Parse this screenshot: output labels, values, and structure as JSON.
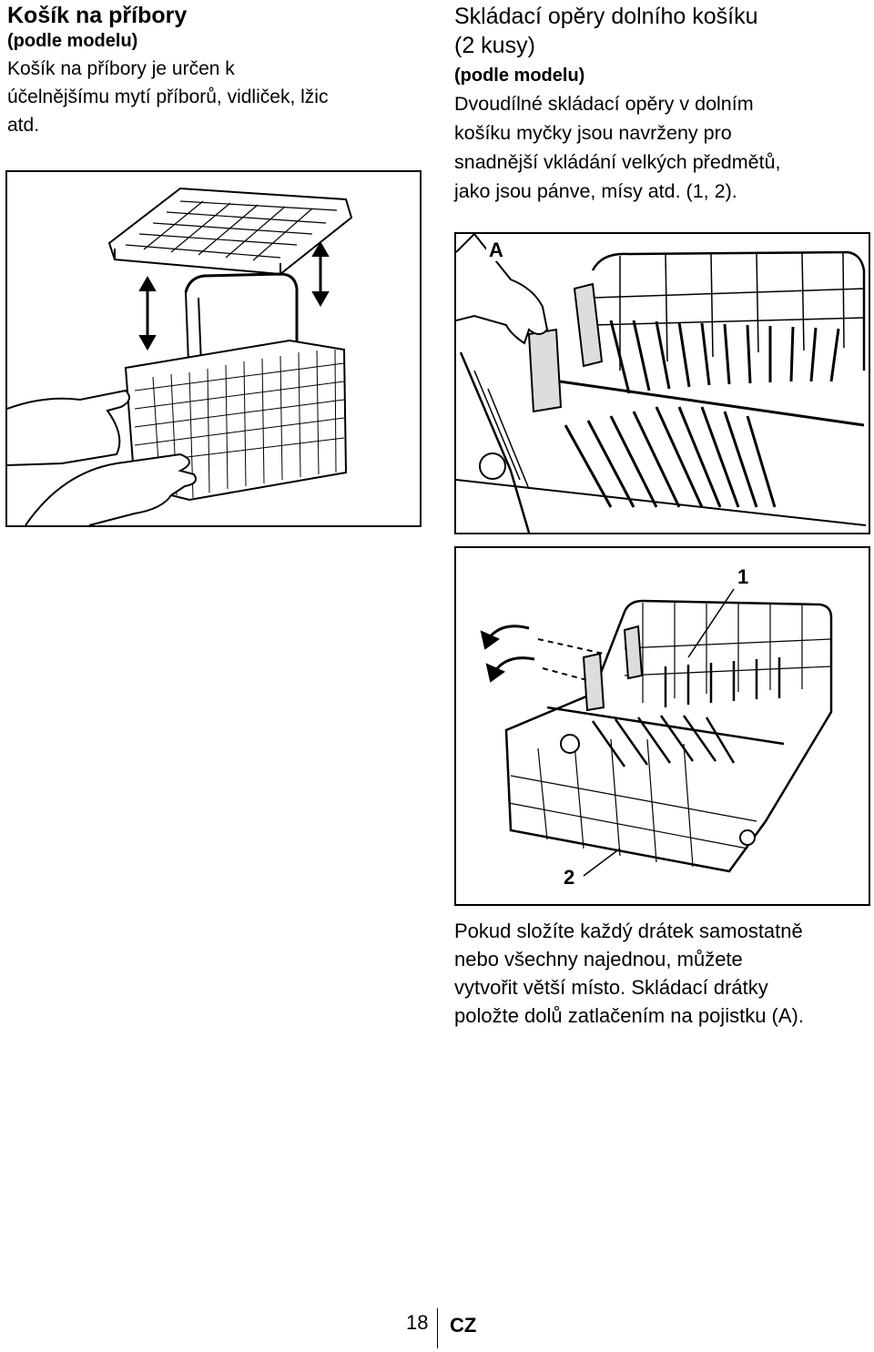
{
  "left_section": {
    "heading": "Košík na příbory",
    "subheading": "(podle modelu)",
    "body_lines": [
      "Košík na příbory je určen k",
      "účelnějšímu mytí příborů, vidliček, lžic",
      "atd."
    ]
  },
  "right_section": {
    "heading_lines": [
      "Skládací opěry dolního košíku",
      "(2 kusy)"
    ],
    "subheading": "(podle modelu)",
    "body_lines": [
      "Dvoudílné skládací opěry v dolním",
      "košíku myčky jsou navrženy pro",
      "snadnější vkládání velkých předmětů,",
      "jako jsou pánve, mísy atd. (1, 2)."
    ]
  },
  "figures": {
    "label_a": "A",
    "label_1": "1",
    "label_2": "2"
  },
  "bottom_text": {
    "lines": [
      "Pokud složíte každý drátek samostatně",
      "nebo všechny najednou, můžete",
      "vytvořit větší místo. Skládací drátky",
      "položte dolů zatlačením na pojistku (A)."
    ]
  },
  "footer": {
    "page_number": "18",
    "language": "CZ"
  }
}
